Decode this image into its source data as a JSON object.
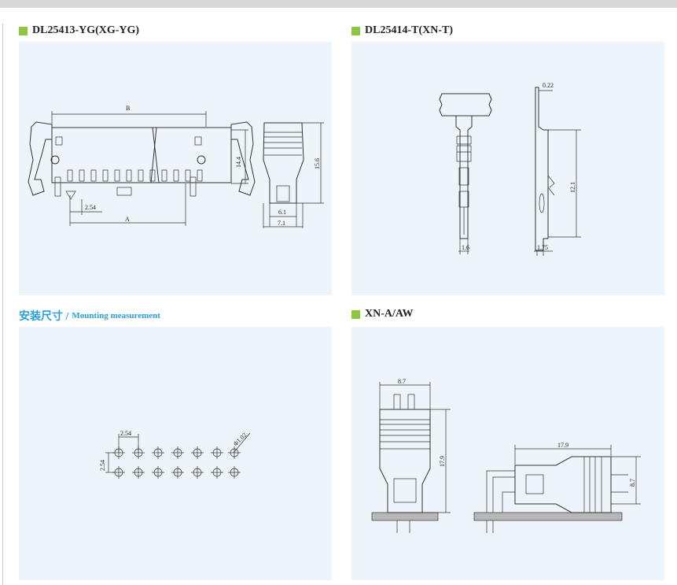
{
  "sections": {
    "s1": {
      "title": "DL25413-YG(XG-YG)"
    },
    "s2": {
      "title": "DL25414-T(XN-T)"
    },
    "s3": {
      "title_cn": "安装尺寸 / ",
      "title_en": "Mounting measurement"
    },
    "s4": {
      "title": "XN-A/AW"
    }
  },
  "dims": {
    "s1": {
      "b": "B",
      "a": "A",
      "pitch": "2.54",
      "h1": "14.4",
      "h2": "15.6",
      "w1": "6.1",
      "w2": "7.1"
    },
    "s2": {
      "t": "0.22",
      "h": "12.1",
      "w1": "1.6",
      "w2": "1.75"
    },
    "s3": {
      "pitch_x": "2.54",
      "pitch_y": "2.54",
      "hole": "Φ1.02"
    },
    "s4": {
      "w": "8.7",
      "h": "17.9",
      "len": "17.9",
      "h2": "8.7"
    }
  },
  "colors": {
    "accent_square": "#8dc63f",
    "heading_blue": "#2a9fd6",
    "panel_bg": "#eef5fa"
  }
}
